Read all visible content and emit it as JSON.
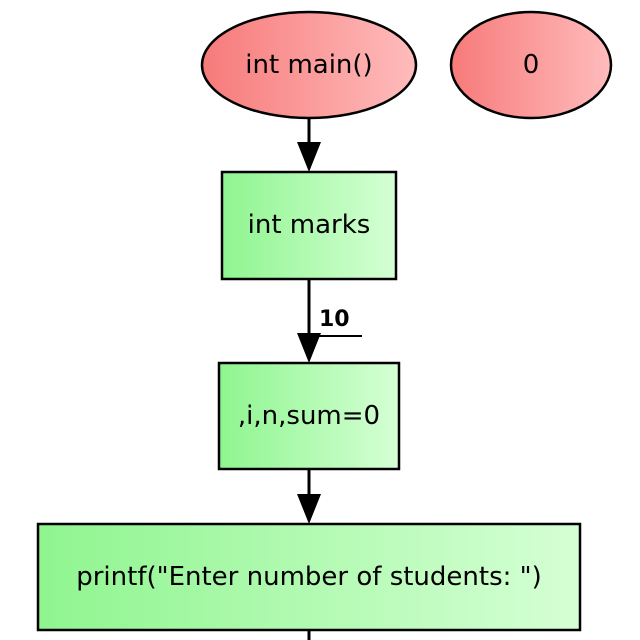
{
  "colors": {
    "terminal_fill_start": "#f77a7a",
    "terminal_fill_end": "#ffbcbc",
    "process_fill_start": "#8ff58f",
    "process_fill_end": "#d5ffd5",
    "stroke": "#000000"
  },
  "nodes": {
    "main": {
      "label": "int main()",
      "shape": "ellipse"
    },
    "zero": {
      "label": "0",
      "shape": "ellipse"
    },
    "marks": {
      "label": "int marks",
      "shape": "rect"
    },
    "vars": {
      "label": ",i,n,sum=0",
      "shape": "rect"
    },
    "printf": {
      "label": "printf(\"Enter number of students: \")",
      "shape": "rect"
    }
  },
  "edges": {
    "main_to_marks": {
      "label": ""
    },
    "marks_to_vars": {
      "label": "10"
    },
    "vars_to_printf": {
      "label": ""
    },
    "printf_to_next": {
      "label": ""
    }
  }
}
